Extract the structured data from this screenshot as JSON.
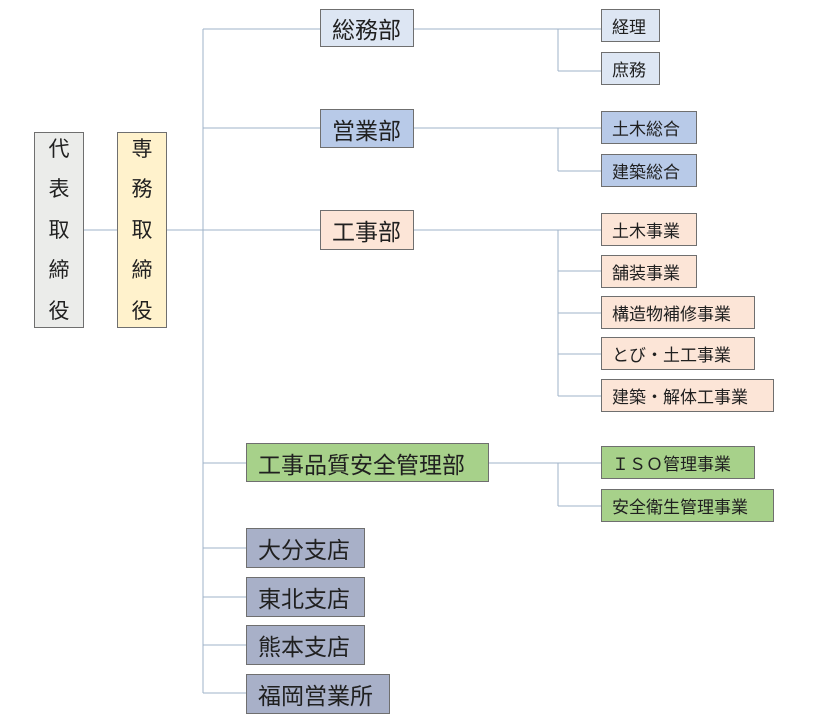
{
  "executives": {
    "president": "代表取締役",
    "managing_director": "専務取締役"
  },
  "departments": {
    "general_affairs": {
      "title": "総務部",
      "children": [
        "経理",
        "庶務"
      ]
    },
    "sales": {
      "title": "営業部",
      "children": [
        "土木総合",
        "建築総合"
      ]
    },
    "construction": {
      "title": "工事部",
      "children": [
        "土木事業",
        "舗装事業",
        "構造物補修事業",
        "とび・土工事業",
        "建築・解体工事業"
      ]
    },
    "quality_safety": {
      "title": "工事品質安全管理部",
      "children": [
        "ＩＳＯ管理事業",
        "安全衛生管理事業"
      ]
    }
  },
  "branches": [
    "大分支店",
    "東北支店",
    "熊本支店",
    "福岡営業所"
  ],
  "colors": {
    "connector": "#9fb3c8",
    "border": "#6f6f6f",
    "general_affairs": "#dde6f3",
    "sales": "#b8cae8",
    "construction": "#fce5d7",
    "quality_safety": "#a7d18a",
    "branches": "#a8b0c8",
    "president": "#ebecea",
    "managing_director": "#fff2cc"
  }
}
